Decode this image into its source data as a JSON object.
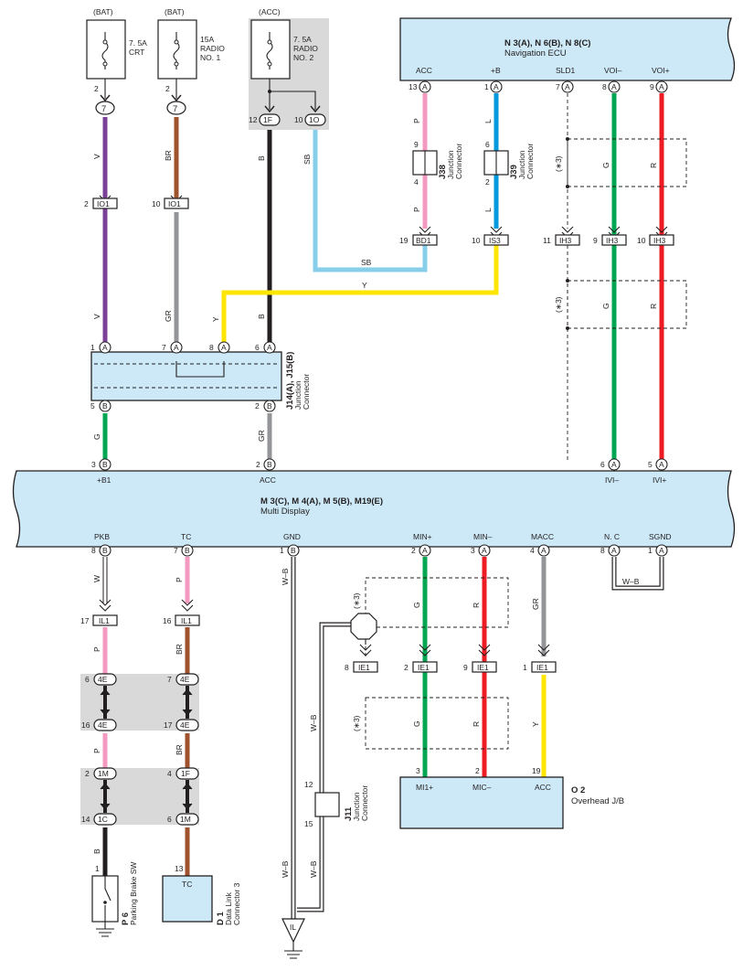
{
  "fuses": {
    "crt": {
      "source": "(BAT)",
      "lines": [
        "7. 5A",
        "CRT"
      ],
      "pin": "2",
      "conn": "7"
    },
    "radio1": {
      "source": "(BAT)",
      "lines": [
        "15A",
        "RADIO",
        "NO. 1"
      ],
      "pin": "2",
      "conn": "7"
    },
    "radio2": {
      "source": "(ACC)",
      "lines": [
        "7. 5A",
        "RADIO",
        "NO. 2"
      ],
      "pin_a": "12",
      "conn_a": "1F",
      "pin_b": "10",
      "conn_b": "1O"
    }
  },
  "nav_ecu": {
    "code": "N 3(A), N 6(B), N 8(C)",
    "name": "Navigation ECU",
    "terminals": [
      {
        "label": "ACC",
        "pin": "13",
        "conn": "A"
      },
      {
        "label": "+B",
        "pin": "1",
        "conn": "A"
      },
      {
        "label": "SLD1",
        "pin": "7",
        "conn": "A"
      },
      {
        "label": "VOI–",
        "pin": "8",
        "conn": "A"
      },
      {
        "label": "VOI+",
        "pin": "9",
        "conn": "A"
      }
    ]
  },
  "j38": {
    "code": "J38",
    "name": [
      "Junction",
      "Connector"
    ],
    "pin_top": "9",
    "pin_bottom": "4"
  },
  "j39": {
    "code": "J39",
    "name": [
      "Junction",
      "Connector"
    ],
    "pin_top": "6",
    "pin_bottom": "2"
  },
  "j14": {
    "code": "J14(A), J15(B)",
    "name": [
      "Junction",
      "Connector"
    ],
    "top_pins": [
      {
        "pin": "1",
        "conn": "A"
      },
      {
        "pin": "7",
        "conn": "A"
      },
      {
        "pin": "8",
        "conn": "A"
      },
      {
        "pin": "6",
        "conn": "A"
      }
    ],
    "bottom_pins": [
      {
        "pin": "5",
        "conn": "B"
      },
      {
        "pin": "2",
        "conn": "B"
      }
    ]
  },
  "multi_display": {
    "code": "M 3(C), M 4(A), M 5(B), M19(E)",
    "name": "Multi Display",
    "top_terminals": [
      {
        "label": "+B1",
        "pin": "3",
        "conn": "B"
      },
      {
        "label": "ACC",
        "pin": "2",
        "conn": "B"
      },
      {
        "label": "IVI–",
        "pin": "6",
        "conn": "A"
      },
      {
        "label": "IVI+",
        "pin": "5",
        "conn": "A"
      }
    ],
    "bottom_terminals": [
      {
        "label": "PKB",
        "pin": "8",
        "conn": "B"
      },
      {
        "label": "TC",
        "pin": "7",
        "conn": "B"
      },
      {
        "label": "GND",
        "pin": "1",
        "conn": "B"
      },
      {
        "label": "MIN+",
        "pin": "2",
        "conn": "A"
      },
      {
        "label": "MIN–",
        "pin": "3",
        "conn": "A"
      },
      {
        "label": "MACC",
        "pin": "4",
        "conn": "A"
      },
      {
        "label": "N. C",
        "pin": "8",
        "conn": "A"
      },
      {
        "label": "SGND",
        "pin": "1",
        "conn": "A"
      }
    ]
  },
  "connectors": {
    "io1_a": {
      "pin": "2",
      "name": "IO1"
    },
    "io1_b": {
      "pin": "10",
      "name": "IO1"
    },
    "bd1": {
      "pin": "19",
      "name": "BD1"
    },
    "is3": {
      "pin": "10",
      "name": "IS3"
    },
    "ih3_a": {
      "pin": "11",
      "name": "IH3"
    },
    "ih3_b": {
      "pin": "9",
      "name": "IH3"
    },
    "ih3_c": {
      "pin": "10",
      "name": "IH3"
    },
    "il1_a": {
      "pin": "17",
      "name": "IL1"
    },
    "il1_b": {
      "pin": "16",
      "name": "IL1"
    },
    "ie1_a": {
      "pin": "8",
      "name": "IE1"
    },
    "ie1_b": {
      "pin": "2",
      "name": "IE1"
    },
    "ie1_c": {
      "pin": "9",
      "name": "IE1"
    },
    "ie1_d": {
      "pin": "1",
      "name": "IE1"
    }
  },
  "junction_block": [
    {
      "pin": "6",
      "conn": "4E"
    },
    {
      "pin": "7",
      "conn": "4E"
    },
    {
      "pin": "16",
      "conn": "4E"
    },
    {
      "pin": "17",
      "conn": "4E"
    },
    {
      "pin": "2",
      "conn": "1M"
    },
    {
      "pin": "4",
      "conn": "1F"
    },
    {
      "pin": "14",
      "conn": "1C"
    },
    {
      "pin": "6",
      "conn": "1M"
    }
  ],
  "j11": {
    "code": "J11",
    "name": [
      "Junction",
      "Connector"
    ],
    "pin_top": "12",
    "pin_bottom": "15"
  },
  "overhead": {
    "code": "O 2",
    "name": "Overhead J/B",
    "terminals": [
      {
        "label": "MI1+",
        "pin": "3"
      },
      {
        "label": "MIC–",
        "pin": "2"
      },
      {
        "label": "ACC",
        "pin": "19"
      }
    ]
  },
  "parking": {
    "code": "P 6",
    "name": "Parking Brake SW",
    "pin": "1"
  },
  "dlc": {
    "code": "D 1",
    "name": [
      "Data Link",
      "Connector 3"
    ],
    "pin": "13",
    "label": "TC"
  },
  "ground": {
    "label": "IL"
  },
  "shield_note": "(∗3)",
  "wire_colors": {
    "V": "#7b3f98",
    "BR": "#a0522d",
    "B": "#231f20",
    "SB": "#87ceeb",
    "P": "#f49ac1",
    "L": "#0099dd",
    "G": "#00a651",
    "R": "#ed1c24",
    "Y": "#ffe600",
    "GR": "#939598",
    "W": "#ffffff"
  },
  "wires": [
    {
      "color": "V",
      "label": "V"
    },
    {
      "color": "BR",
      "label": "BR"
    },
    {
      "color": "B",
      "label": "B"
    },
    {
      "color": "SB",
      "label": "SB"
    },
    {
      "color": "P",
      "label": "P"
    },
    {
      "color": "L",
      "label": "L"
    },
    {
      "color": "G",
      "label": "G"
    },
    {
      "color": "R",
      "label": "R"
    },
    {
      "color": "Y",
      "label": "Y"
    },
    {
      "color": "GR",
      "label": "GR"
    },
    {
      "color": "W",
      "label": "W"
    },
    {
      "color": "W-B",
      "label": "W–B"
    }
  ]
}
